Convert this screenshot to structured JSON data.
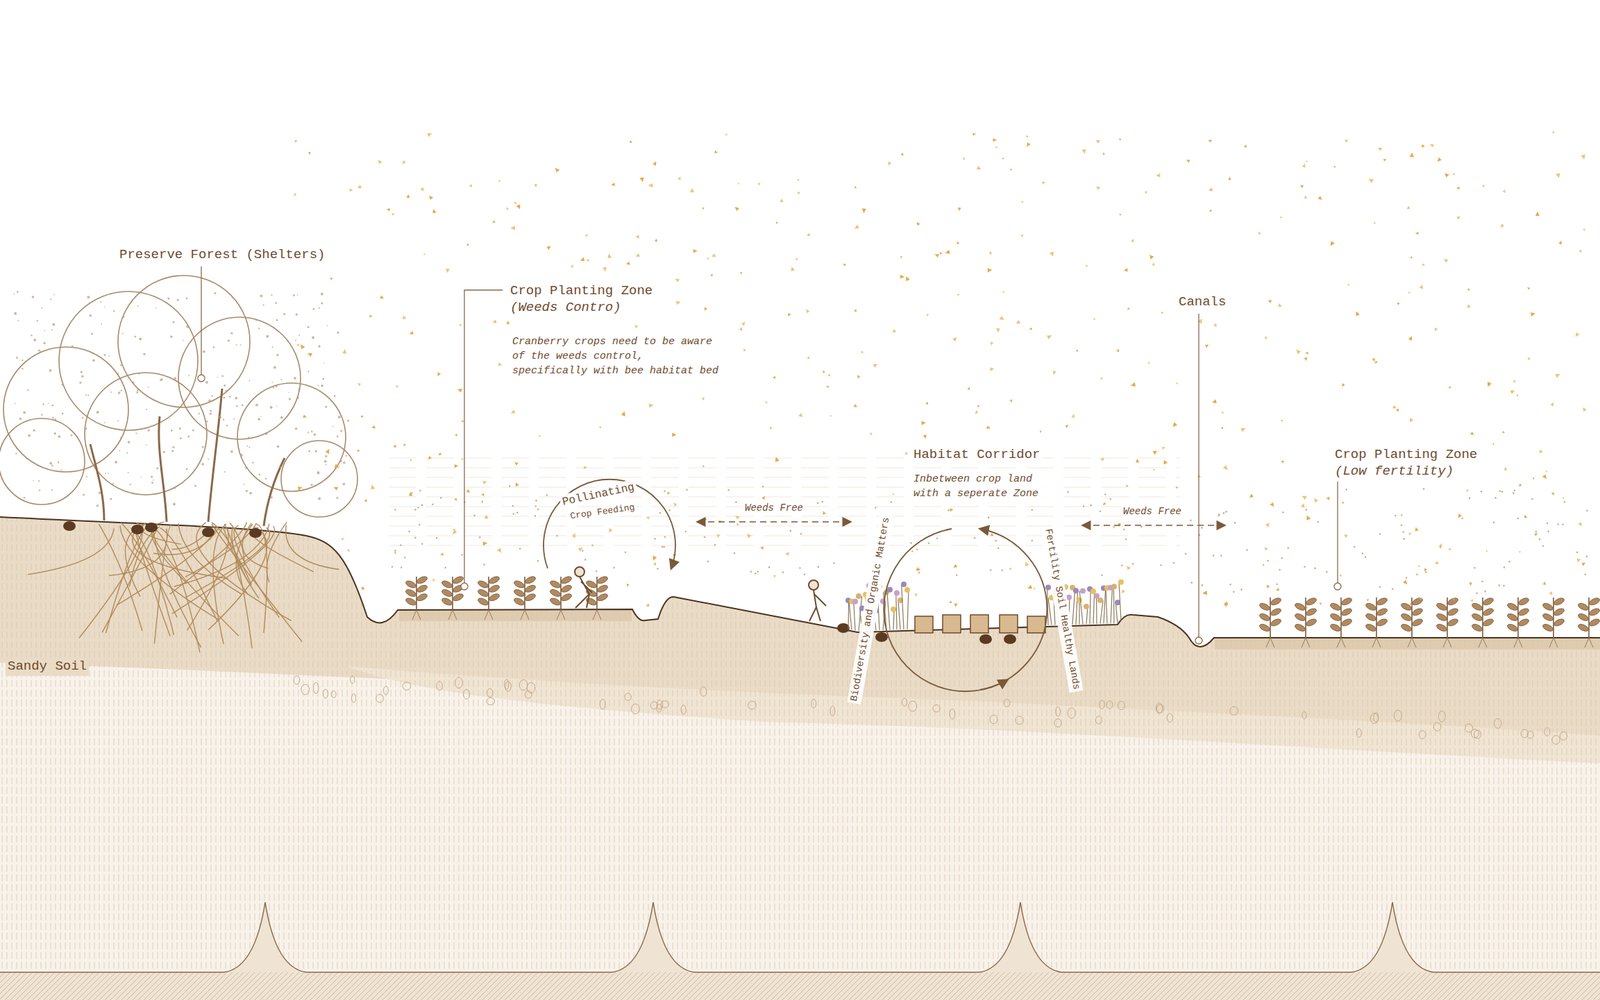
{
  "diagram": {
    "labels": [
      "Preserve Forest (Shelters)",
      "Crop Planting Zone",
      "(Weeds Contro)",
      "Cranberry crops need to be aware of the weeds control, specifically with bee habitat bed",
      "Pollinating",
      "Crop Feeding",
      "Weeds Free",
      "Habitat Corridor",
      "Inbetween crop land with a seperate Zone",
      "Biodiversity and Organic Matters",
      "Fertility Soil Healthy Lands",
      "Weeds Free",
      "Canals",
      "Crop Planting Zone",
      "(Low fertility)",
      "Sandy Soil"
    ]
  }
}
